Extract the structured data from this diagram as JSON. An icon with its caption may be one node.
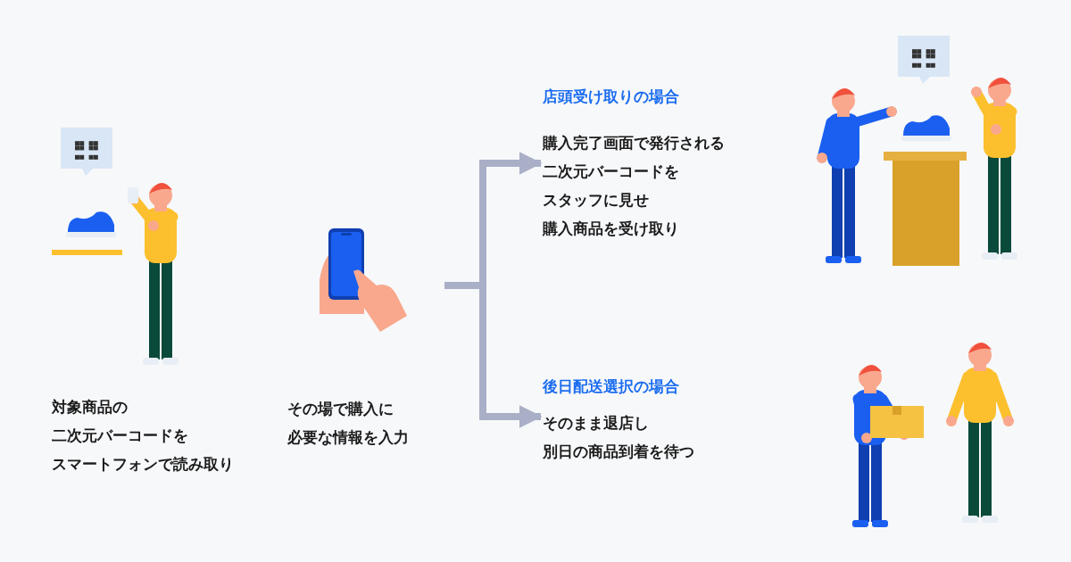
{
  "diagram": {
    "nodes": [
      {
        "text": [
          "対象商品の二次元バーコードをスマートフォンで読み取り"
        ]
      },
      {
        "text": [
          "その場で購入に必要な情報を入力"
        ]
      },
      {
        "text": [
          "店頭受け取りの場合",
          "購入完了画面で発行される二次元バーコードをスタッフに見せ購入商品を受け取り"
        ]
      },
      {
        "text": [
          "後日配送選択の場合",
          "そのまま退店し別日の商品到着を待つ"
        ]
      }
    ],
    "edges": [
      {
        "from": 1,
        "to": 2,
        "arrow": "to"
      },
      {
        "from": 1,
        "to": 3,
        "arrow": "to"
      }
    ]
  }
}
